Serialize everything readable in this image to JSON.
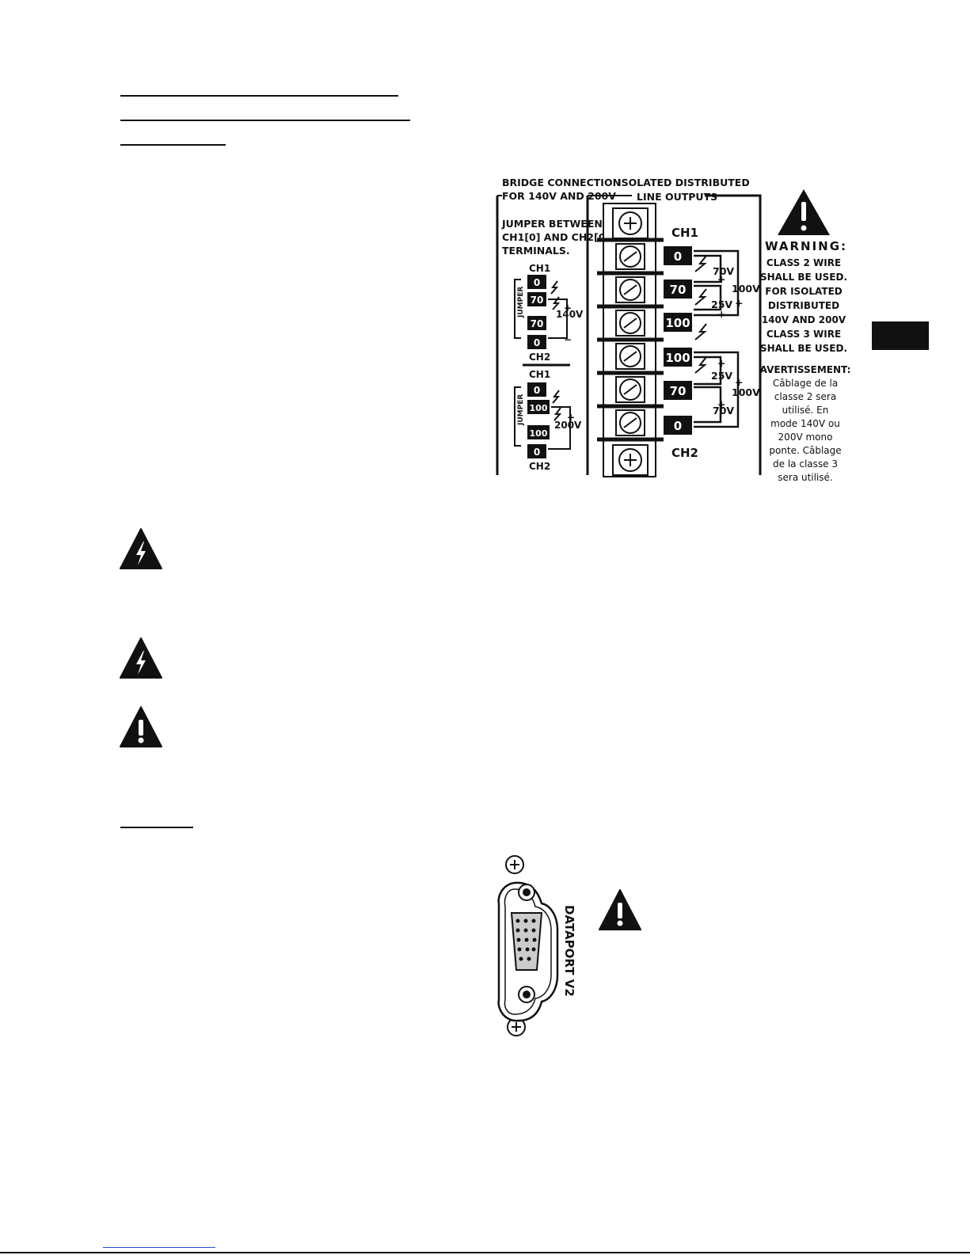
{
  "diagram": {
    "bridge_title_1": "BRIDGE CONNECTION",
    "bridge_title_2": "FOR 140V AND 200V",
    "jumper_note_1": "JUMPER BETWEEN",
    "jumper_note_2": "CH1[0] AND CH2[0]",
    "jumper_note_3": "TERMINALS.",
    "isolated_title_1": "ISOLATED DISTRIBUTED",
    "isolated_title_2": "LINE OUTPUTS",
    "ch1": "CH1",
    "ch2": "CH2",
    "jumper": "JUMPER",
    "v140": "140V",
    "v200": "200V",
    "v70": "70V",
    "v25": "25V",
    "v100": "100V",
    "t0": "0",
    "t70": "70",
    "t100": "100",
    "plus": "+",
    "minus": "−",
    "warning_title": "WARNING:",
    "warning_lines": [
      "CLASS 2 WIRE",
      "SHALL BE USED.",
      "FOR ISOLATED",
      "DISTRIBUTED",
      "140V AND 200V",
      "CLASS 3 WIRE",
      "SHALL BE USED."
    ],
    "avert_title": "AVERTISSEMENT:",
    "avert_lines": [
      "Câblage de la",
      "classe 2 sera",
      "utilisé. En",
      "mode 140V ou",
      "200V mono",
      "ponte. Câblage",
      "de la classe 3",
      "sera utilisé."
    ]
  },
  "dataport": {
    "label": "DATAPORT V2"
  }
}
